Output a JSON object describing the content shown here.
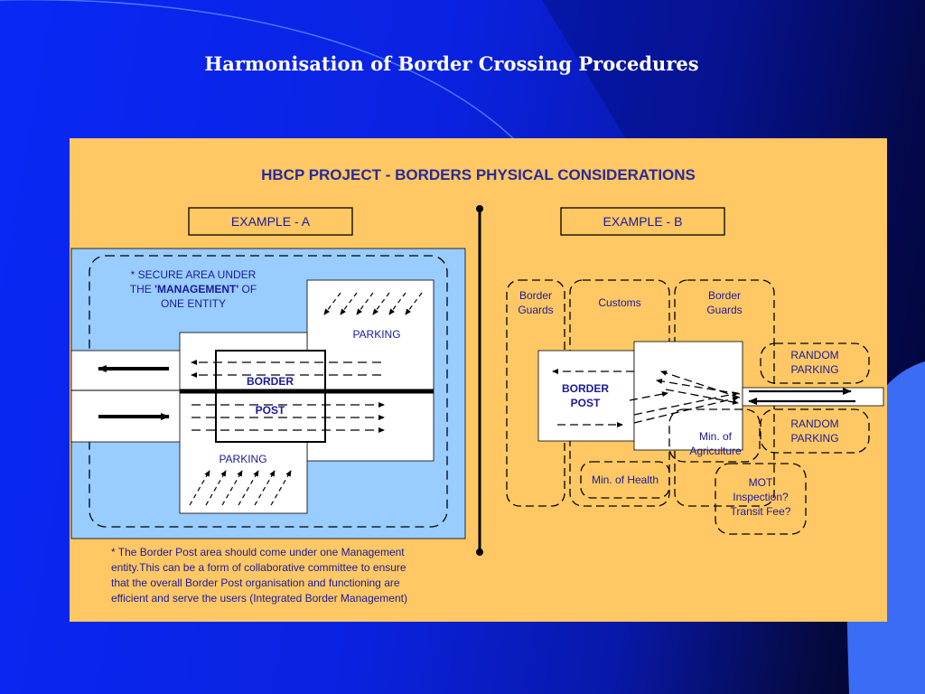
{
  "slide_title": "Harmonisation of Border Crossing Procedures",
  "heading": "HBCP PROJECT - BORDERS PHYSICAL CONSIDERATIONS",
  "example_a": {
    "label": "EXAMPLE - A",
    "secure_area_note": {
      "line1": "* SECURE AREA UNDER",
      "line2_prefix": "THE ",
      "line2_emphasis": "'MANAGEMENT'",
      "line2_suffix": " OF",
      "line3": "ONE ENTITY"
    },
    "parking_top": "PARKING",
    "parking_bottom": "PARKING",
    "border_post_line1": "BORDER",
    "border_post_line2": "POST",
    "footnote": [
      "* The Border Post area should come under one Management",
      "entity.This can be a form of collaborative committee to ensure",
      "that the overall Border Post organisation and functioning are",
      "efficient and serve the users (Integrated Border Management)"
    ]
  },
  "example_b": {
    "label": "EXAMPLE - B",
    "border_guards_left": [
      "Border",
      "Guards"
    ],
    "customs": "Customs",
    "border_guards_right": [
      "Border",
      "Guards"
    ],
    "random_parking_top": [
      "RANDOM",
      "PARKING"
    ],
    "random_parking_bottom": [
      "RANDOM",
      "PARKING"
    ],
    "border_post": [
      "BORDER",
      "POST"
    ],
    "min_agriculture": [
      "Min. of",
      "Agriculture"
    ],
    "min_health": "Min. of Health",
    "mot": [
      "MOT",
      "Inspection?",
      "Transit Fee?"
    ]
  },
  "colors": {
    "background_blue": "#0a28f5",
    "panel": "#ffc864",
    "secure_area_fill": "#99ccff",
    "text": "#1a1a9a"
  }
}
